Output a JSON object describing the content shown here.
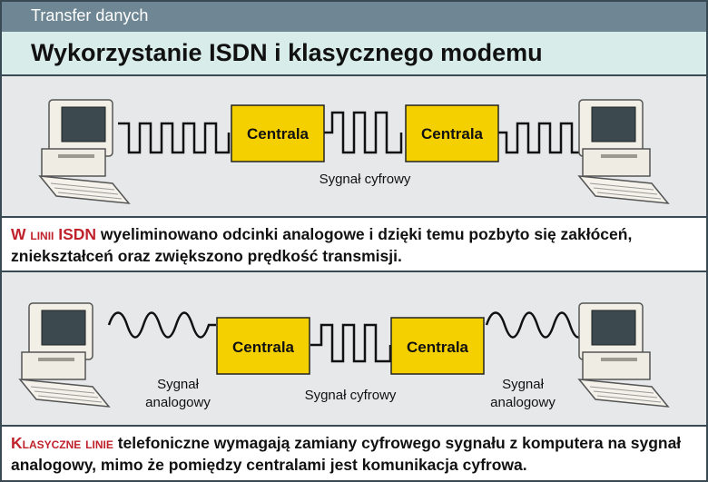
{
  "header": {
    "section": "Transfer danych",
    "title": "Wykorzystanie ISDN i klasycznego modemu"
  },
  "isdn_diagram": {
    "box_left": "Centrala",
    "box_right": "Centrala",
    "signal_label": "Sygnał cyfrowy"
  },
  "isdn_caption": {
    "lead": "W linii ISDN",
    "text": " wyeliminowano odcinki analogowe i dzięki temu pozbyto się zakłóceń, zniekształceń oraz zwiększono prędkość transmisji."
  },
  "classic_diagram": {
    "box_left": "Centrala",
    "box_right": "Centrala",
    "signal_left_1": "Sygnał",
    "signal_left_2": "analogowy",
    "signal_middle": "Sygnał cyfrowy",
    "signal_right_1": "Sygnał",
    "signal_right_2": "analogowy"
  },
  "classic_caption": {
    "lead": "Klasyczne linie",
    "text": " telefoniczne wymagają zamiany cyfrowego sygnału z komputera na sygnał analogowy, mimo że pomiędzy centralami jest komunikacja cyfrowa."
  },
  "colors": {
    "box_fill": "#f5d000",
    "header_bar": "#6f8794",
    "title_bg": "#d8ecea",
    "lead_text": "#c0222c"
  }
}
